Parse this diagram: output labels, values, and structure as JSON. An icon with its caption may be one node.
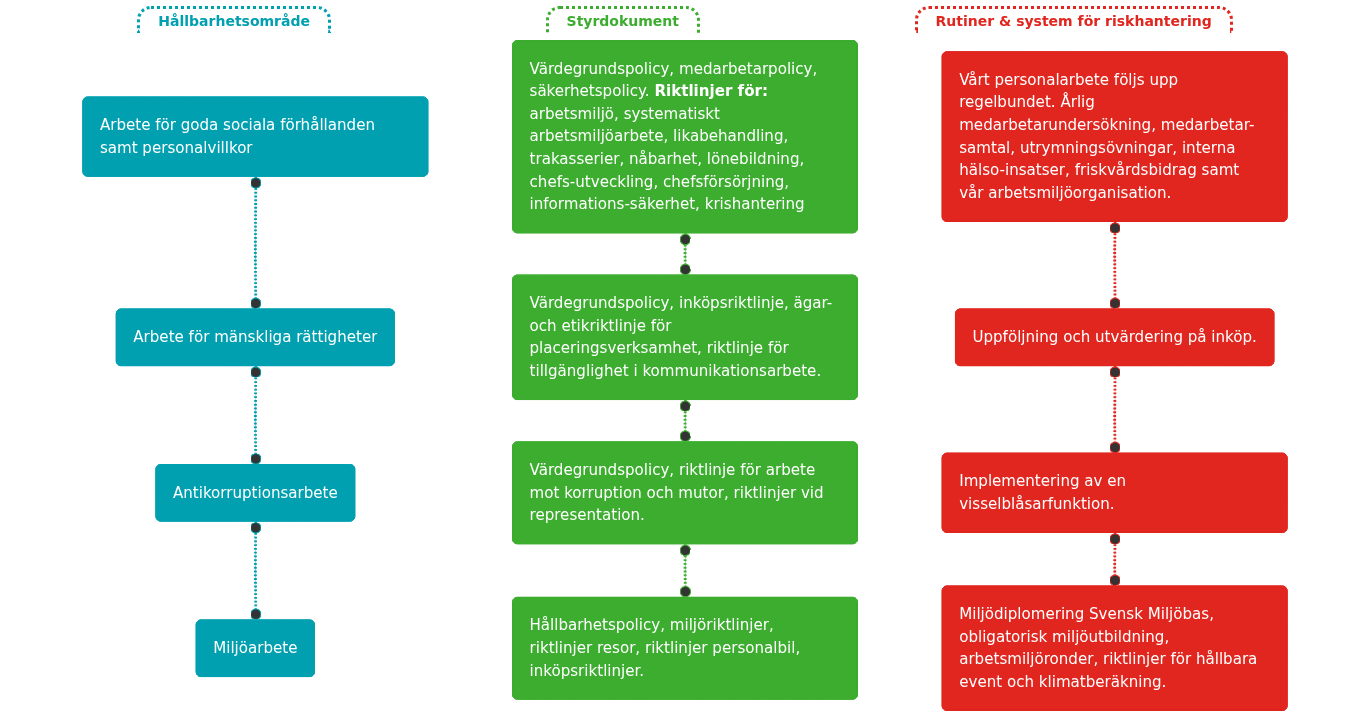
{
  "diagram": {
    "nodes": [
      {
        "text": [
          "Arbete för goda sociala förhållanden samt personalvillkor"
        ]
      },
      {
        "text": [
          "Arbete för mänskliga rättigheter"
        ]
      },
      {
        "text": [
          "Antikorruptionsarbete"
        ]
      },
      {
        "text": [
          "Miljöarbete"
        ]
      },
      {
        "text": [
          "Värdegrundspolicy, medarbetarpolicy, säkerhetspolicy. **Riktlinjer för:** arbetsmiljö, systematiskt arbetsmiljöarbete, likabehandling, trakasserier, nåbarhet, lönebildning, chefs-utveckling, chefsförsörjning, informations-säkerhet, krishantering"
        ]
      },
      {
        "text": [
          "Värdegrundspolicy, inköpsriktlinje, ägar- och etikriktlinje för placeringsverksamhet, riktlinje för tillgänglighet i kommunikationsarbete."
        ]
      },
      {
        "text": [
          "Värdegrundspolicy, riktlinje för arbete mot korruption och mutor, riktlinjer vid representation."
        ]
      },
      {
        "text": [
          "Hållbarhetspolicy, miljöriktlinjer, riktlinjer resor, riktlinjer personalbil, inköpsriktlinjer."
        ]
      },
      {
        "text": [
          "Vårt personalarbete följs upp regelbundet. Årlig medarbetarundersökning, medarbetar-samtal, utrymningsövningar, interna hälso-insatser, friskvårdsbidrag samt vår arbetsmiljöorganisation."
        ]
      },
      {
        "text": [
          "Uppföljning och utvärdering på inköp."
        ]
      },
      {
        "text": [
          "Implementering av en visselblåsarfunktion."
        ]
      },
      {
        "text": [
          "Miljödiplomering Svensk Miljöbas, obligatorisk miljöutbildning, arbetsmiljöronder, riktlinjer för hållbara event och klimatberäkning."
        ]
      }
    ],
    "edges": [
      {
        "from": 0,
        "to": 1,
        "arrow": "other",
        "style": "dashed",
        "color": "#00a0b0"
      },
      {
        "from": 1,
        "to": 2,
        "arrow": "other",
        "style": "dashed",
        "color": "#00a0b0"
      },
      {
        "from": 2,
        "to": 3,
        "arrow": "other",
        "style": "dashed",
        "color": "#00a0b0"
      },
      {
        "from": 4,
        "to": 5,
        "arrow": "other",
        "style": "dashed",
        "color": "#3cad2f"
      },
      {
        "from": 5,
        "to": 6,
        "arrow": "other",
        "style": "dashed",
        "color": "#3cad2f"
      },
      {
        "from": 6,
        "to": 7,
        "arrow": "other",
        "style": "dashed",
        "color": "#3cad2f"
      },
      {
        "from": 8,
        "to": 9,
        "arrow": "other",
        "style": "dashed",
        "color": "#e0261f"
      },
      {
        "from": 9,
        "to": 10,
        "arrow": "other",
        "style": "dashed",
        "color": "#e0261f"
      },
      {
        "from": 10,
        "to": 11,
        "arrow": "other",
        "style": "dashed",
        "color": "#e0261f"
      }
    ],
    "labels": [
      "Hållbarhetsområde",
      "Styrdokument",
      "Rutiner & system för riskhantering"
    ]
  }
}
